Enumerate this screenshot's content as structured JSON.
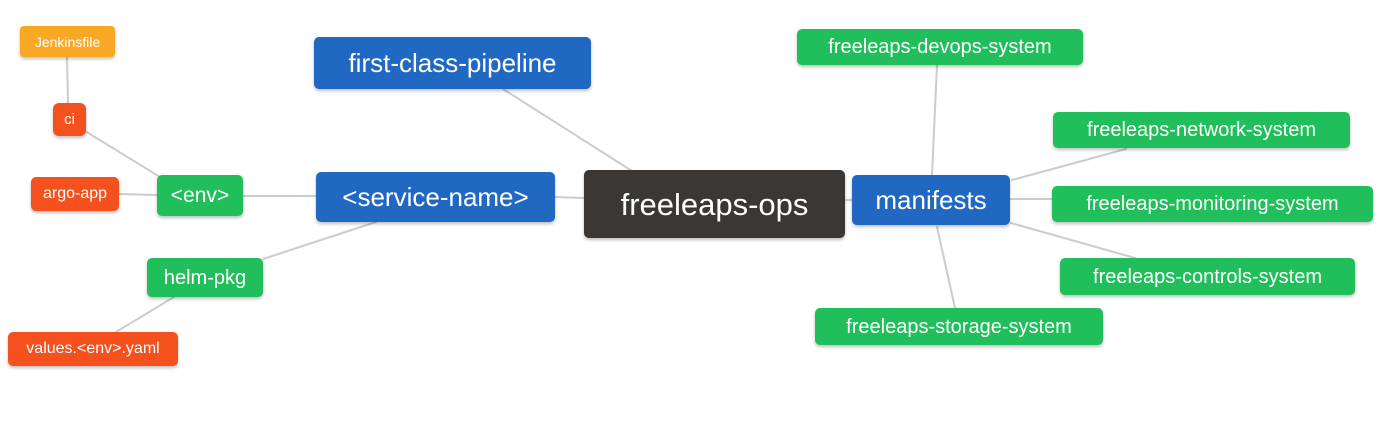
{
  "diagram": {
    "type": "mindmap",
    "root": "freeleaps-ops",
    "colors": {
      "root_node": "#3b3735",
      "branch_node": "#2068c2",
      "green_node": "#21bf5b",
      "red_node": "#f4511e",
      "orange_node": "#f9a825",
      "edge": "#cccccc",
      "text": "#ffffff",
      "background": "#ffffff"
    },
    "nodes": {
      "freeleaps_ops": {
        "label": "freeleaps-ops",
        "level": "root"
      },
      "first_class_pipeline": {
        "label": "first-class-pipeline",
        "level": "branch"
      },
      "service_name": {
        "label": "<service-name>",
        "level": "branch"
      },
      "manifests": {
        "label": "manifests",
        "level": "branch"
      },
      "env": {
        "label": "<env>",
        "level": "leaf"
      },
      "helm_pkg": {
        "label": "helm-pkg",
        "level": "leaf"
      },
      "argo_app": {
        "label": "argo-app",
        "level": "leaf"
      },
      "ci": {
        "label": "ci",
        "level": "leaf"
      },
      "jenkinsfile": {
        "label": "Jenkinsfile",
        "level": "leaf"
      },
      "values_env_yaml": {
        "label": "values.<env>.yaml",
        "level": "leaf"
      },
      "devops_system": {
        "label": "freeleaps-devops-system",
        "level": "leaf"
      },
      "network_system": {
        "label": "freeleaps-network-system",
        "level": "leaf"
      },
      "monitoring_system": {
        "label": "freeleaps-monitoring-system",
        "level": "leaf"
      },
      "controls_system": {
        "label": "freeleaps-controls-system",
        "level": "leaf"
      },
      "storage_system": {
        "label": "freeleaps-storage-system",
        "level": "leaf"
      }
    },
    "edges": [
      {
        "from": "jenkinsfile",
        "to": "ci"
      },
      {
        "from": "ci",
        "to": "env"
      },
      {
        "from": "argo_app",
        "to": "env"
      },
      {
        "from": "env",
        "to": "service_name"
      },
      {
        "from": "helm_pkg",
        "to": "service_name"
      },
      {
        "from": "values_env_yaml",
        "to": "helm_pkg"
      },
      {
        "from": "first_class_pipeline",
        "to": "freeleaps_ops"
      },
      {
        "from": "service_name",
        "to": "freeleaps_ops"
      },
      {
        "from": "freeleaps_ops",
        "to": "manifests"
      },
      {
        "from": "devops_system",
        "to": "manifests"
      },
      {
        "from": "manifests",
        "to": "network_system"
      },
      {
        "from": "manifests",
        "to": "monitoring_system"
      },
      {
        "from": "manifests",
        "to": "controls_system"
      },
      {
        "from": "manifests",
        "to": "storage_system"
      }
    ]
  }
}
